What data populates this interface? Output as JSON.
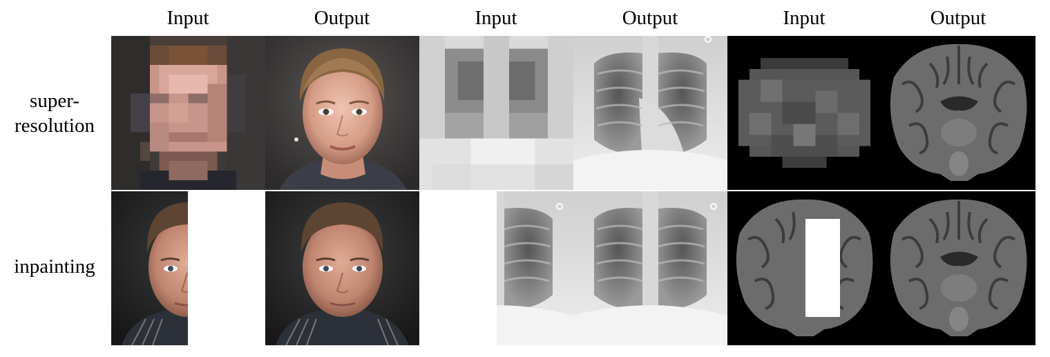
{
  "figure": {
    "column_headers": [
      "Input",
      "Output",
      "Input",
      "Output",
      "Input",
      "Output"
    ],
    "row_labels": [
      "super-\nresolution",
      "inpainting"
    ],
    "panels": {
      "super_resolution": [
        {
          "column": "Input",
          "content": "face-pixelated"
        },
        {
          "column": "Output",
          "content": "face-woman"
        },
        {
          "column": "Input",
          "content": "chest-xray-pixelated"
        },
        {
          "column": "Output",
          "content": "chest-xray"
        },
        {
          "column": "Input",
          "content": "brain-mri-pixelated"
        },
        {
          "column": "Output",
          "content": "brain-mri"
        }
      ],
      "inpainting": [
        {
          "column": "Input",
          "content": "face-man-right-half-masked"
        },
        {
          "column": "Output",
          "content": "face-man"
        },
        {
          "column": "Input",
          "content": "chest-xray-left-half-masked"
        },
        {
          "column": "Output",
          "content": "chest-xray"
        },
        {
          "column": "Input",
          "content": "brain-mri-center-masked"
        },
        {
          "column": "Output",
          "content": "brain-mri"
        }
      ]
    }
  }
}
